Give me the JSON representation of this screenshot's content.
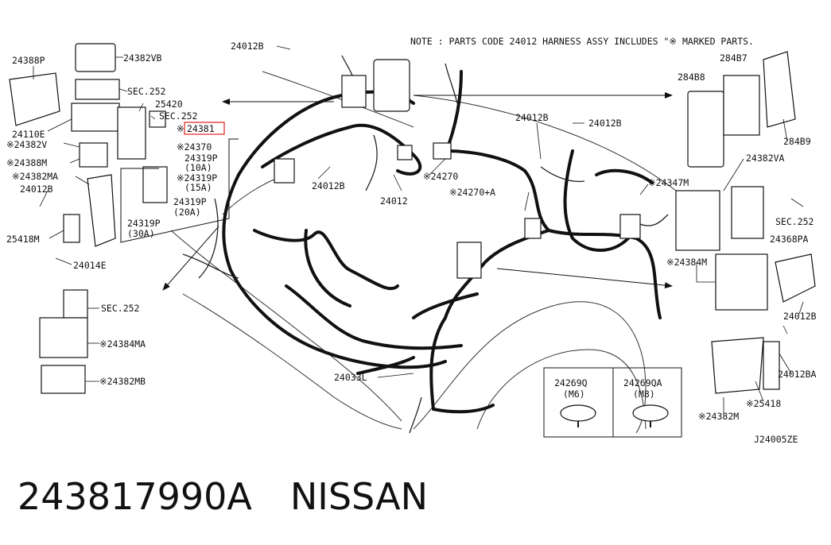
{
  "note": "NOTE : PARTS CODE 24012 HARNESS ASSY INCLUDES \"※ MARKED PARTS.",
  "diagram_code": "J24005ZE",
  "caption": {
    "part_number": "243817990A",
    "brand": "NISSAN"
  },
  "highlight_color": "#e0201c",
  "labels": {
    "l24388P": "24388P",
    "l24382VB": "24382VB",
    "l24110E": "24110E",
    "l24382V": "※24382V",
    "l24388M": "※24388M",
    "l24382MA": "※24382MA",
    "l24012B_left": "24012B",
    "l25418M": "25418M",
    "l24014E": "24014E",
    "lsec252_a": "SEC.252",
    "l25420": "25420",
    "lsec252_b": "SEC.252",
    "l24381_mark": "※",
    "l24381": "24381",
    "l24370": "※24370",
    "l24319P_10": "24319P",
    "l10A": "(10A)",
    "l24319P_15": "※24319P",
    "l15A": "(15A)",
    "l24319P_20": "24319P",
    "l20A": "(20A)",
    "l24319P_30": "24319P",
    "l30A": "(30A)",
    "lsec252_c": "SEC.252",
    "l24384MA": "※24384MA",
    "l24382MB": "※24382MB",
    "l24012B_top": "24012B",
    "l24012B_mid": "24012B",
    "l24012": "24012",
    "l24270": "※24270",
    "l24012B_center": "24012B",
    "l24012B_right1": "24012B",
    "l24270A": "※24270+A",
    "l24033L": "24033L",
    "l24347M": "※24347M",
    "l284B8": "284B8",
    "l284B7": "284B7",
    "l284B9": "284B9",
    "l24382VA": "24382VA",
    "lsec252_d": "SEC.252",
    "l24368PA": "24368PA",
    "l24384M": "※24384M",
    "l24012B_r": "24012B",
    "l24012BA": "24012BA",
    "l25418": "※25418",
    "l24382M": "※24382M",
    "l24269Q": "24269Q",
    "lM6": "(M6)",
    "l24269QA": "24269QA",
    "lM8": "(M8)"
  }
}
